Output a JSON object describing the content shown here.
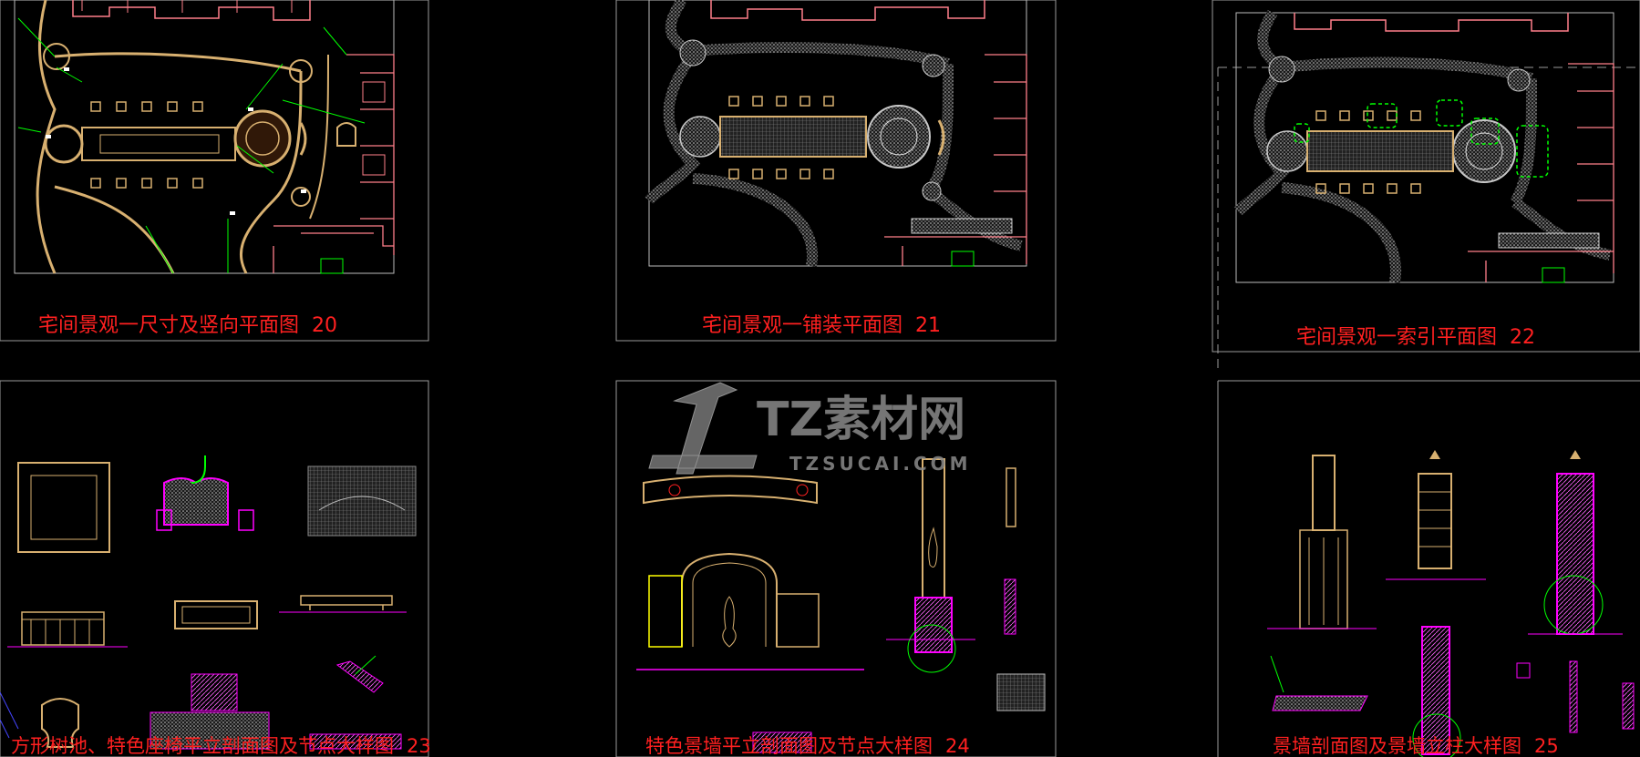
{
  "sheets": [
    {
      "id": "20",
      "caption": "宅间景观一尺寸及竖向平面图",
      "number": "20"
    },
    {
      "id": "21",
      "caption": "宅间景观一铺装平面图",
      "number": "21"
    },
    {
      "id": "22",
      "caption": "宅间景观一索引平面图",
      "number": "22"
    },
    {
      "id": "23",
      "caption": "方形树池、特色座椅平立剖面图及节点大样图",
      "number": "23"
    },
    {
      "id": "24",
      "caption": "特色景墙平立剖面图及节点大样图",
      "number": "24"
    },
    {
      "id": "25",
      "caption": "景墙剖面图及景墙立柱大样图",
      "number": "25"
    }
  ],
  "watermark": {
    "brand": "TZ素材网",
    "url": "TZSUCAI.COM"
  },
  "colors": {
    "background": "#000000",
    "caption": "#ff2020",
    "frame": "#9a9a9a",
    "building": "#ff7f8a",
    "paving": "#d8b070",
    "path": "#c8c8c8",
    "dim": "#00ff00",
    "detail": "#ff00ff"
  }
}
